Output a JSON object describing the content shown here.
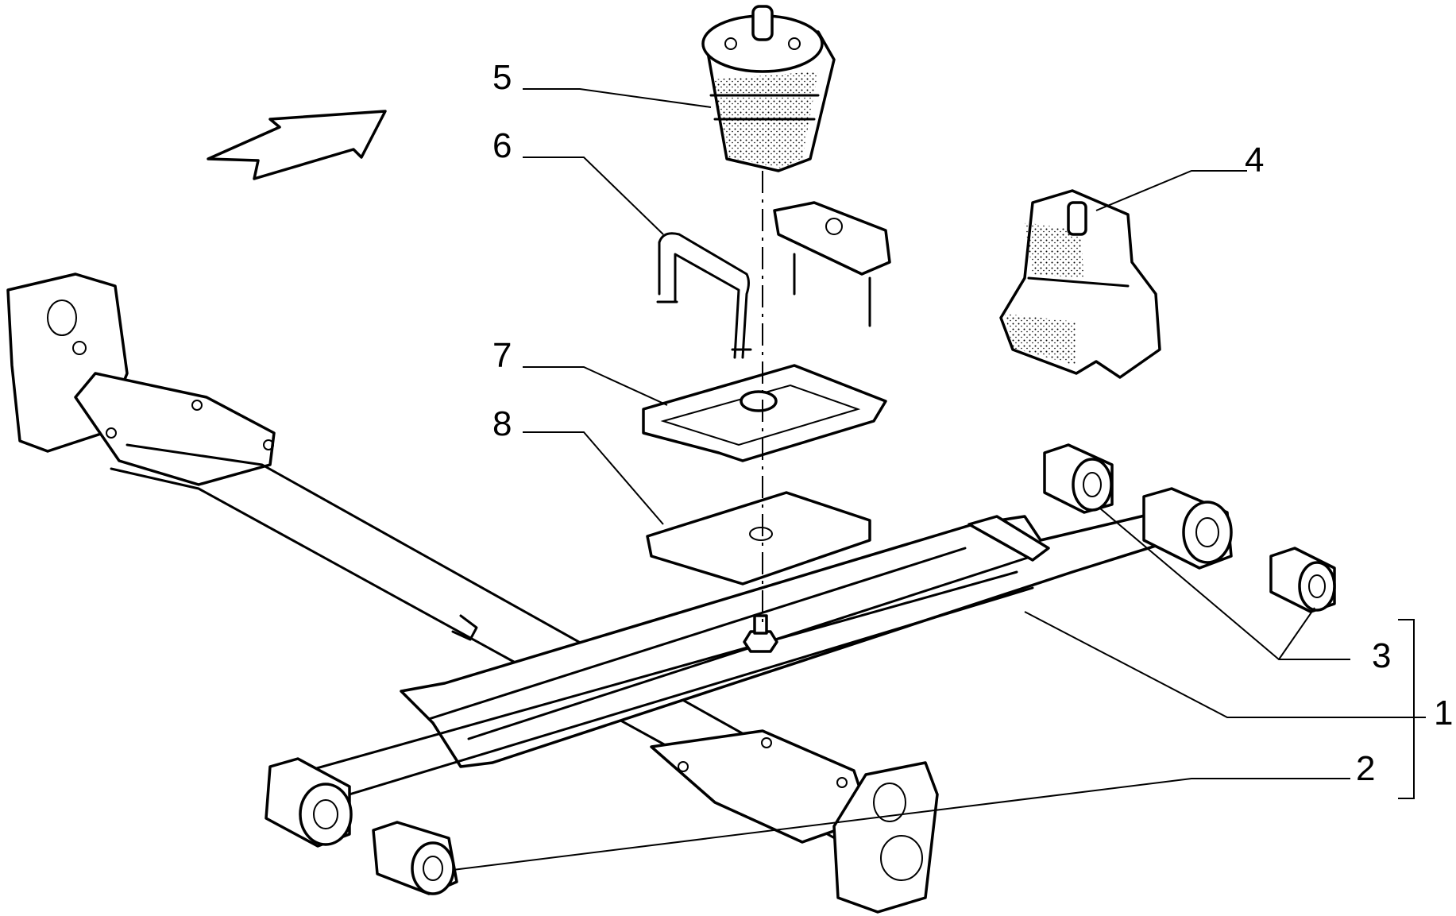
{
  "callouts": [
    {
      "id": "5",
      "label": "5"
    },
    {
      "id": "6",
      "label": "6"
    },
    {
      "id": "7",
      "label": "7"
    },
    {
      "id": "8",
      "label": "8"
    },
    {
      "id": "4",
      "label": "4"
    },
    {
      "id": "3",
      "label": "3"
    },
    {
      "id": "1",
      "label": "1"
    },
    {
      "id": "2",
      "label": "2"
    }
  ]
}
